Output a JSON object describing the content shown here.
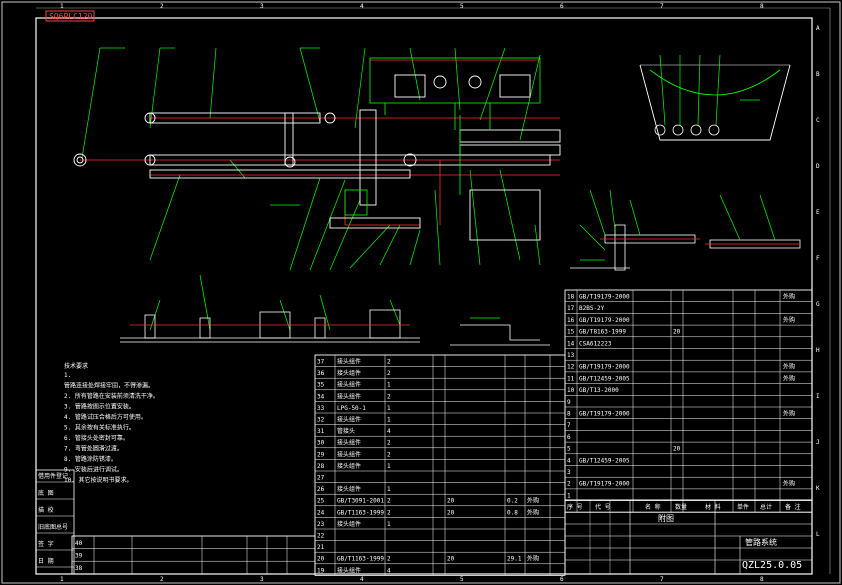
{
  "drawing": {
    "stamp": "SQ6PLC120",
    "title": "附图",
    "subtitle": "管路系统",
    "code": "QZL25.0.05"
  },
  "grid": {
    "columns": [
      "1",
      "2",
      "3",
      "4",
      "5",
      "6",
      "7",
      "8"
    ],
    "rows": [
      "A",
      "B",
      "C",
      "D",
      "E",
      "F",
      "G",
      "H",
      "I",
      "J",
      "K",
      "L"
    ]
  },
  "notes": {
    "heading": "技术要求",
    "items": [
      "1.",
      "管路连接处焊接牢固，不得渗漏。",
      "2. 所有管路在安装前须清洗干净。",
      "3. 管路按图示位置安装。",
      "4. 管路试压合格后方可使用。",
      "5. 其余按有关标准执行。",
      "6. 管接头处密封可靠。",
      "7. 弯管处圆滑过渡。",
      "8. 管路涂防锈漆。",
      "9. 安装后进行调试。",
      "10. 其它按说明书要求。"
    ]
  },
  "left_block": {
    "labels": [
      "借用件登记",
      "底 图",
      "描 校",
      "旧底图总号",
      "签 字",
      "日 期"
    ]
  },
  "bom_left": {
    "rows": [
      [
        "37",
        "接头组件",
        "2",
        "",
        "",
        ""
      ],
      [
        "36",
        "接头组件",
        "2",
        "",
        "",
        ""
      ],
      [
        "35",
        "接头组件",
        "1",
        "",
        "",
        ""
      ],
      [
        "34",
        "接头组件",
        "2",
        "",
        "",
        ""
      ],
      [
        "33",
        "LPG-50-1",
        "1",
        "",
        "",
        ""
      ],
      [
        "32",
        "接头组件",
        "1",
        "",
        "",
        ""
      ],
      [
        "31",
        "管接头",
        "4",
        "",
        "",
        ""
      ],
      [
        "30",
        "接头组件",
        "2",
        "",
        "",
        ""
      ],
      [
        "29",
        "接头组件",
        "2",
        "",
        "",
        ""
      ],
      [
        "28",
        "接头组件",
        "1",
        "",
        "",
        ""
      ],
      [
        "27",
        "",
        "",
        "",
        "",
        ""
      ],
      [
        "26",
        "接头组件",
        "1",
        "",
        "",
        ""
      ],
      [
        "25",
        "GB/T3091-2001",
        "2",
        "20",
        "0.2",
        "外购"
      ],
      [
        "24",
        "GB/T1163-1999",
        "2",
        "20",
        "0.8",
        "外购"
      ],
      [
        "23",
        "接头组件",
        "1",
        "",
        "",
        ""
      ],
      [
        "22",
        "",
        "",
        "",
        "",
        ""
      ],
      [
        "21",
        "",
        "",
        "",
        "",
        ""
      ],
      [
        "20",
        "GB/T1163-1999",
        "2",
        "20",
        "29.1",
        "外购"
      ],
      [
        "19",
        "接头组件",
        "4",
        "",
        "",
        ""
      ]
    ],
    "bottom_rows": [
      [
        "40",
        "",
        "",
        "",
        "",
        ""
      ],
      [
        "39",
        "",
        "",
        "",
        "",
        ""
      ],
      [
        "38",
        "",
        "",
        "",
        "",
        ""
      ]
    ]
  },
  "bom_right": {
    "rows": [
      [
        "18",
        "GB/T19179-2000",
        "",
        "",
        "",
        "外购"
      ],
      [
        "17",
        "B2BS-2Y",
        "",
        "",
        "",
        ""
      ],
      [
        "16",
        "GB/T19179-2000",
        "",
        "",
        "",
        "外购"
      ],
      [
        "15",
        "GB/T8163-1999",
        "",
        "20",
        "",
        ""
      ],
      [
        "14",
        "CSA612223",
        "",
        "",
        "",
        ""
      ],
      [
        "13",
        "",
        "",
        "",
        "",
        ""
      ],
      [
        "12",
        "GB/T19179-2000",
        "",
        "",
        "",
        "外购"
      ],
      [
        "11",
        "GB/T12459-2005",
        "",
        "",
        "",
        "外购"
      ],
      [
        "10",
        "GB/T13-2000",
        "",
        "",
        "",
        ""
      ],
      [
        "9",
        "",
        "",
        "",
        "",
        ""
      ],
      [
        "8",
        "GB/T19179-2000",
        "",
        "",
        "",
        "外购"
      ],
      [
        "7",
        "",
        "",
        "",
        "",
        ""
      ],
      [
        "6",
        "",
        "",
        "",
        "",
        ""
      ],
      [
        "5",
        "",
        "",
        "20",
        "",
        ""
      ],
      [
        "4",
        "GB/T12459-2005",
        "",
        "",
        "",
        ""
      ],
      [
        "3",
        "",
        "",
        "",
        "",
        ""
      ],
      [
        "2",
        "GB/T19179-2000",
        "",
        "",
        "",
        "外购"
      ],
      [
        "1",
        "",
        "",
        "",
        "",
        ""
      ]
    ],
    "header": [
      "序 号",
      "代 号",
      "名 称",
      "数量",
      "材 料",
      "单件",
      "总计",
      "备 注"
    ]
  }
}
